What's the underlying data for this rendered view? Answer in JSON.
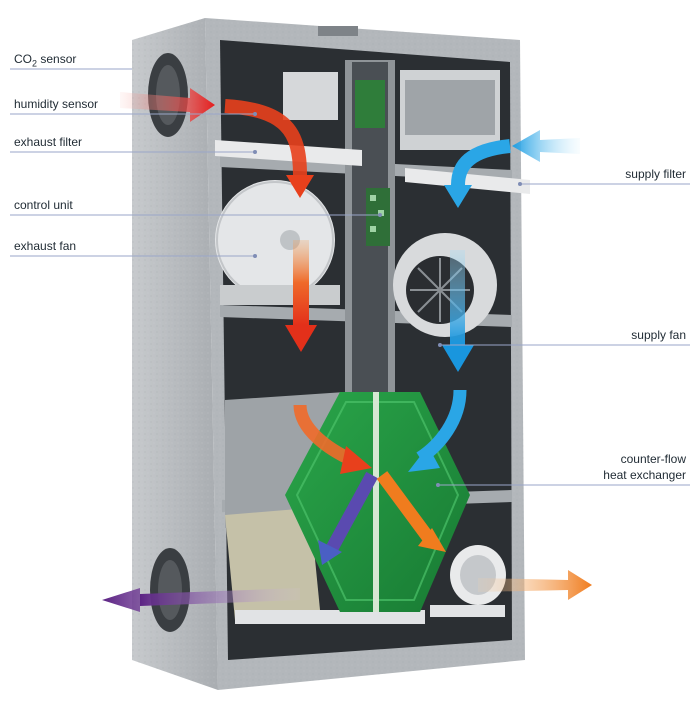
{
  "labels": {
    "co2_sensor": {
      "prefix": "CO",
      "sub": "2",
      "suffix": " sensor"
    },
    "humidity_sensor": "humidity sensor",
    "exhaust_filter": "exhaust filter",
    "control_unit": "control unit",
    "exhaust_fan": "exhaust fan",
    "supply_filter": "supply filter",
    "supply_fan": "supply fan",
    "heat_exchanger_line1": "counter-flow",
    "heat_exchanger_line2": "heat exchanger"
  },
  "colors": {
    "casing": "#b9bdc0",
    "casing_dark": "#8e9397",
    "interior": "#2b2f33",
    "exchanger_green": "#1f8f3d",
    "leader_line": "#9aa6c8",
    "arrow_hot": "#e8401c",
    "arrow_cold": "#2aa6e6",
    "arrow_exhaust_out": "#6a2c8e",
    "arrow_supply_out": "#f07c1e"
  }
}
